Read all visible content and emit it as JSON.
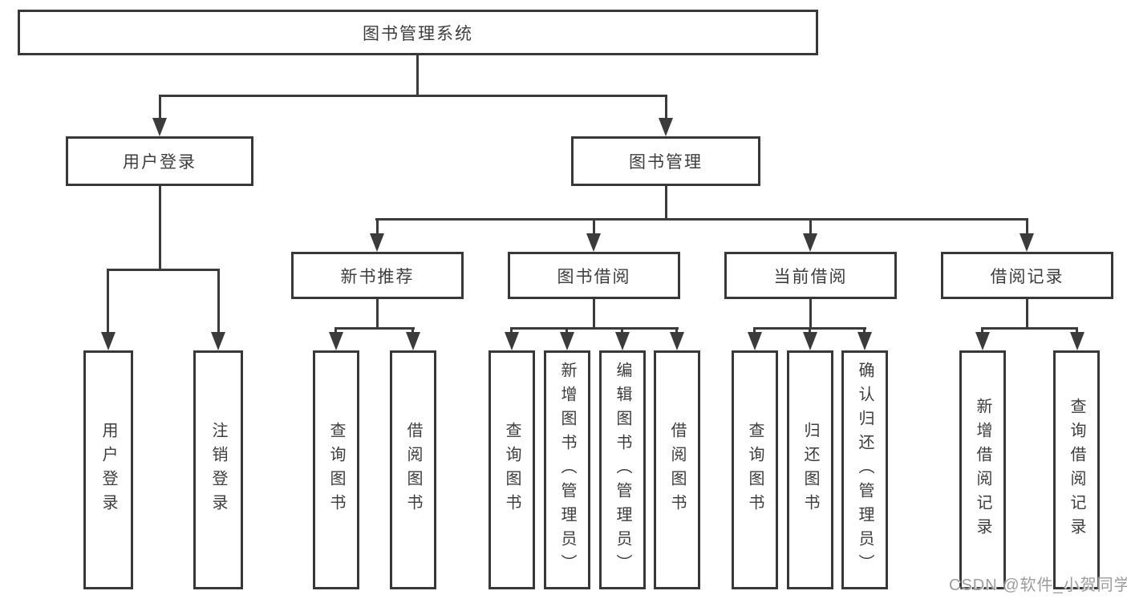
{
  "tree": {
    "root": {
      "label": "图书管理系统",
      "children": [
        {
          "label": "用户登录",
          "children": [
            {
              "label": "用户登录"
            },
            {
              "label": "注销登录"
            }
          ]
        },
        {
          "label": "图书管理",
          "children": [
            {
              "label": "新书推荐",
              "children": [
                {
                  "label": "查询图书"
                },
                {
                  "label": "借阅图书"
                }
              ]
            },
            {
              "label": "图书借阅",
              "children": [
                {
                  "label": "查询图书"
                },
                {
                  "label": "新增图书（管理员）"
                },
                {
                  "label": "编辑图书（管理员）"
                },
                {
                  "label": "借阅图书"
                }
              ]
            },
            {
              "label": "当前借阅",
              "children": [
                {
                  "label": "查询图书"
                },
                {
                  "label": "归还图书"
                },
                {
                  "label": "确认归还（管理员）"
                }
              ]
            },
            {
              "label": "借阅记录",
              "children": [
                {
                  "label": "新增借阅记录"
                },
                {
                  "label": "查询借阅记录"
                }
              ]
            }
          ]
        }
      ]
    }
  },
  "watermark": {
    "text": "CSDN @软件_小贺同学"
  },
  "colors": {
    "line": "#3b3b3b",
    "border": "#383838",
    "text": "#3d3d3d",
    "watermark_text": "#9c9c9c",
    "background": "#ffffff"
  }
}
